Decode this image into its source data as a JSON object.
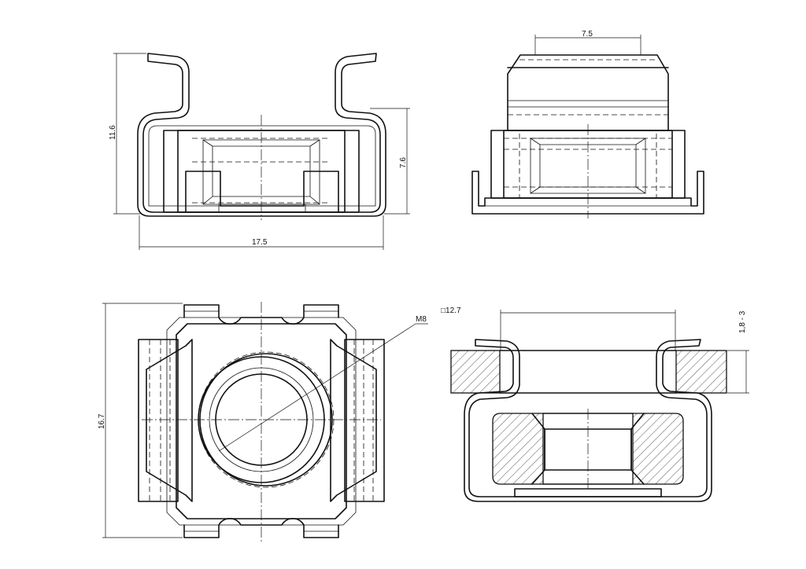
{
  "dimensions": {
    "front_width": "17.5",
    "front_height": "11.6",
    "front_body_height": "7.6",
    "side_top_width": "7.5",
    "top_height": "16.7",
    "thread": "M8",
    "square_hole": "□12.7",
    "panel_thickness": "1,8 - 3"
  }
}
